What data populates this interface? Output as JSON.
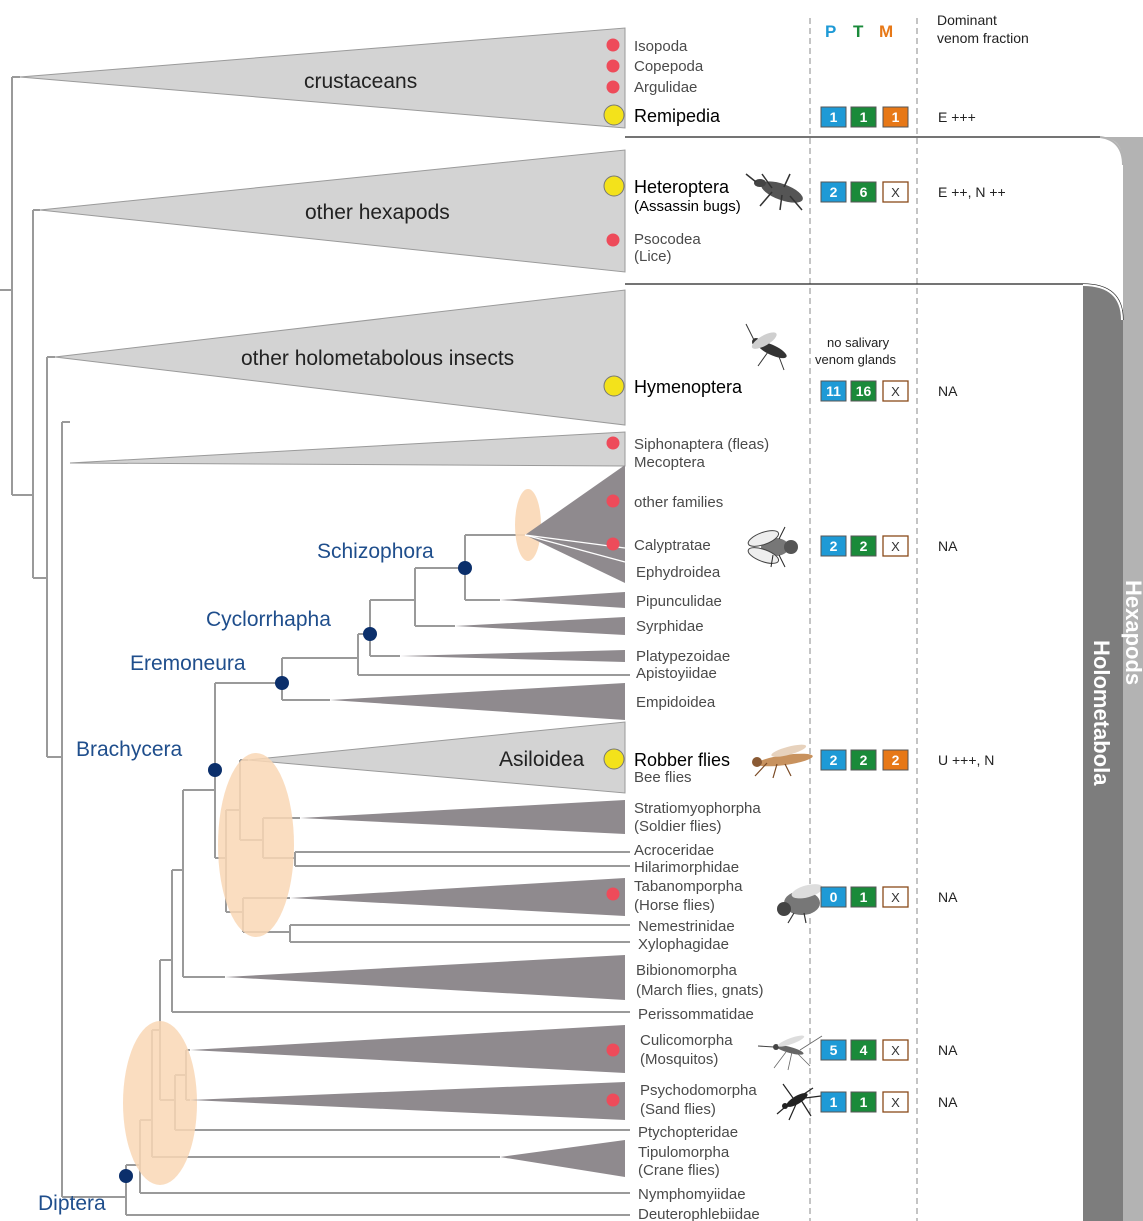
{
  "header": {
    "p": "P",
    "t": "T",
    "m": "M",
    "dominant_line1": "Dominant",
    "dominant_line2": "venom fraction"
  },
  "colors": {
    "p_box": "#1e9ad6",
    "t_box": "#1a8a3a",
    "m_box": "#e77817",
    "clade_text": "#1f4e8c",
    "node_dot": "#0b2f6b",
    "red_dot": "#ee4b5a",
    "yellow_dot": "#f3e21b",
    "triangle_light": "#d3d3d3",
    "triangle_dark": "#8f8a8e",
    "highlight_oval": "#f9d7b5",
    "hexapods_bar": "#b3b3b3",
    "holometabola_bar": "#7d7d7d"
  },
  "group_labels": {
    "crustaceans": "crustaceans",
    "other_hexapods": "other hexapods",
    "other_holometabolous": "other holometabolous insects",
    "asiloidea": "Asiloidea"
  },
  "clades": {
    "schizophora": "Schizophora",
    "cyclorrhapha": "Cyclorrhapha",
    "eremoneura": "Eremoneura",
    "brachycera": "Brachycera",
    "diptera": "Diptera"
  },
  "taxa": {
    "isopoda": "Isopoda",
    "copepoda": "Copepoda",
    "argulidae": "Argulidae",
    "remipedia": "Remipedia",
    "heteroptera": "Heteroptera",
    "heteroptera_common": "(Assassin bugs)",
    "psocodea": "Psocodea",
    "psocodea_common": "(Lice)",
    "hymenoptera": "Hymenoptera",
    "siphonaptera": "Siphonaptera (fleas)",
    "mecoptera": "Mecoptera",
    "other_families": "other families",
    "calyptratae": "Calyptratae",
    "ephydroidea": "Ephydroidea",
    "pipunculidae": "Pipunculidae",
    "syrphidae": "Syrphidae",
    "platypezoidae": "Platypezoidae",
    "apistoyiidae": "Apistoyiidae",
    "empidoidea": "Empidoidea",
    "robber_flies": "Robber flies",
    "bee_flies": "Bee flies",
    "stratiomyophorpha": "Stratiomyophorpha",
    "soldier_flies": "(Soldier flies)",
    "acroceridae": "Acroceridae",
    "hilarimorphidae": "Hilarimorphidae",
    "tabanomorpha": "Tabanomporpha",
    "horse_flies": "(Horse flies)",
    "nemestrinidae": "Nemestrinidae",
    "xylophagidae": "Xylophagidae",
    "bibionomorpha": "Bibionomorpha",
    "march_flies": "(March flies, gnats)",
    "perissommatidae": "Perissommatidae",
    "culicomorpha": "Culicomorpha",
    "mosquitos": "(Mosquitos)",
    "psychodomorpha": "Psychodomorpha",
    "sand_flies": "(Sand flies)",
    "ptychopteridae": "Ptychopteridae",
    "tipulomorpha": "Tipulomorpha",
    "crane_flies": "(Crane flies)",
    "nymphomyiidae": "Nymphomyiidae",
    "deuterophlebiidae": "Deuterophlebiidae"
  },
  "no_glands": {
    "line1": "no salivary",
    "line2": "venom glands"
  },
  "ptm_rows": [
    {
      "taxon": "Remipedia",
      "p": "1",
      "t": "1",
      "m": "1",
      "venom": "E +++"
    },
    {
      "taxon": "Heteroptera",
      "p": "2",
      "t": "6",
      "m": "X",
      "venom": "E ++, N ++"
    },
    {
      "taxon": "Hymenoptera",
      "p": "11",
      "t": "16",
      "m": "X",
      "venom": "NA"
    },
    {
      "taxon": "Calyptratae",
      "p": "2",
      "t": "2",
      "m": "X",
      "venom": "NA"
    },
    {
      "taxon": "Robber flies",
      "p": "2",
      "t": "2",
      "m": "2",
      "venom": "U +++, N"
    },
    {
      "taxon": "Tabanomporpha",
      "p": "0",
      "t": "1",
      "m": "X",
      "venom": "NA"
    },
    {
      "taxon": "Culicomorpha",
      "p": "5",
      "t": "4",
      "m": "X",
      "venom": "NA"
    },
    {
      "taxon": "Psychodomorpha",
      "p": "1",
      "t": "1",
      "m": "X",
      "venom": "NA"
    }
  ],
  "bars": {
    "hexapods": "Hexapods",
    "holometabola": "Holometabola"
  }
}
